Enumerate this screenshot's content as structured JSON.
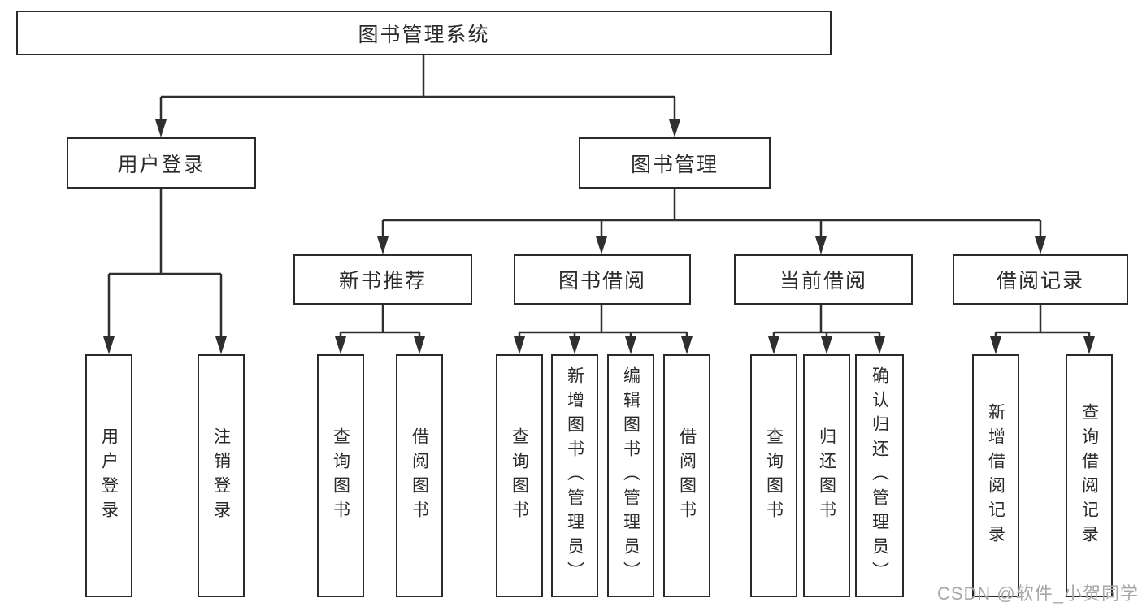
{
  "tree": {
    "root": "图书管理系统",
    "branches": [
      {
        "label": "用户登录",
        "leaves": [
          "用户登录",
          "注销登录"
        ]
      },
      {
        "label": "图书管理",
        "groups": [
          {
            "label": "新书推荐",
            "leaves": [
              "查询图书",
              "借阅图书"
            ]
          },
          {
            "label": "图书借阅",
            "leaves": [
              "查询图书",
              "新增图书（管理员）",
              "编辑图书（管理员）",
              "借阅图书"
            ]
          },
          {
            "label": "当前借阅",
            "leaves": [
              "查询图书",
              "归还图书",
              "确认归还（管理员）"
            ]
          },
          {
            "label": "借阅记录",
            "leaves": [
              "新增借阅记录",
              "查询借阅记录"
            ]
          }
        ]
      }
    ]
  },
  "watermark": "CSDN @软件_小贺同学",
  "colors": {
    "background": "#ffffff",
    "line": "#2f2f2f",
    "box_border": "#2a2a2a",
    "text": "#2b2b2b",
    "watermark": "#a8a8a8"
  }
}
